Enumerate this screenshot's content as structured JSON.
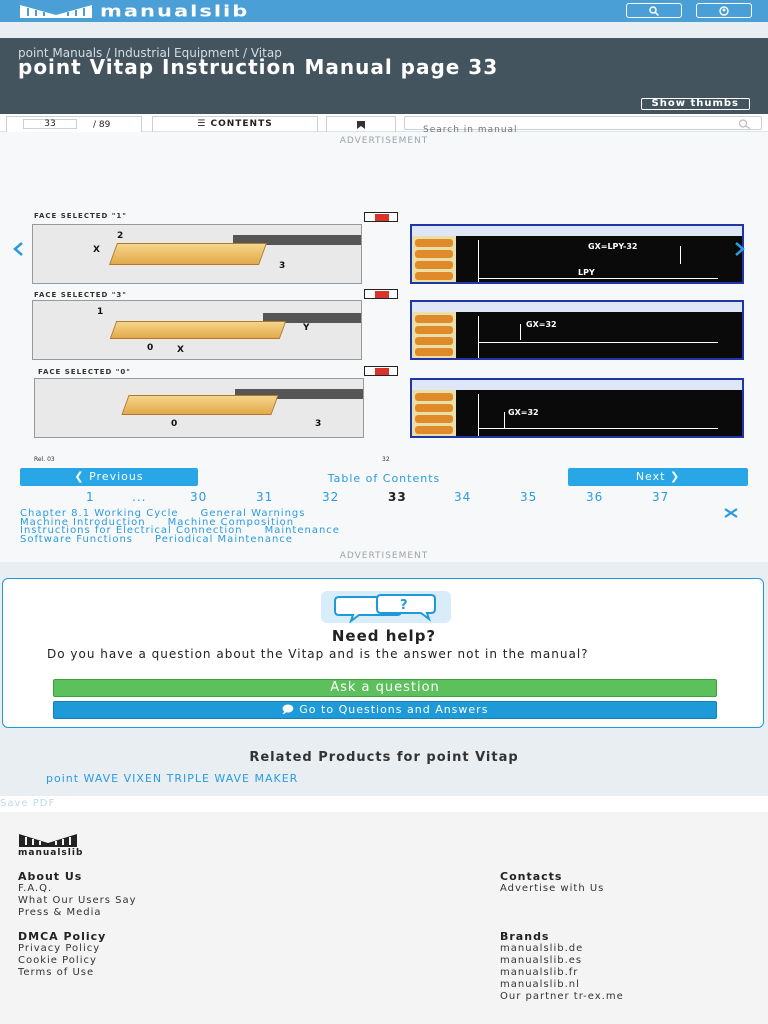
{
  "topbar": {
    "logo_text": "manualslib",
    "search_icon": "search-icon",
    "menu_icon": "user-icon"
  },
  "header": {
    "breadcrumb": [
      "point Manuals",
      "Industrial Equipment",
      "Vitap"
    ],
    "breadcrumb_sep": " / ",
    "title": "point Vitap Instruction Manual page 33",
    "show_thumbs": "Show thumbs"
  },
  "toolbar": {
    "current_page": "33",
    "total_pages": "/ 89",
    "contents_label": "CONTENTS",
    "search_placeholder": "Search in manual"
  },
  "ads": {
    "top": "ADVERTISEMENT",
    "bottom": "ADVERTISEMENT"
  },
  "manual_page": {
    "face_1": "FACE SELECTED \"1\"",
    "face_3": "FACE SELECTED \"3\"",
    "face_0": "FACE SELECTED \"0\"",
    "screen_1_label_a": "GX=LPY-32",
    "screen_1_label_b": "LPY",
    "screen_2_label": "GX=32",
    "screen_3_label": "GX=32",
    "photo_labels": [
      "1",
      "0",
      "X",
      "Y",
      "3",
      "2"
    ],
    "rev": "Rel. 03",
    "page_no": "32"
  },
  "navigation": {
    "previous": "Previous",
    "next": "Next",
    "toc": "Table of Contents",
    "pages": [
      "1",
      "...",
      "30",
      "31",
      "32",
      "33",
      "34",
      "35",
      "36",
      "37"
    ],
    "active_page": "33"
  },
  "chapters": [
    "Chapter 8.1 Working Cycle",
    "General Warnings",
    "Machine Introduction",
    "Machine Composition",
    "Instructions for Electrical Connection",
    "Maintenance",
    "Software Functions",
    "Periodical Maintenance"
  ],
  "help": {
    "title": "Need help?",
    "text": "Do you have a question about the Vitap and is the answer not in the manual?",
    "ask_button": "Ask a question",
    "goto_button": "Go to Questions and Answers"
  },
  "related": {
    "title": "Related Products for point Vitap",
    "links": [
      "point WAVE VIXEN TRIPLE WAVE MAKER"
    ]
  },
  "save_pdf": "Save PDF",
  "footer": {
    "logo_text": "manualslib",
    "about": {
      "title": "About Us",
      "links": [
        "F.A.Q.",
        "What Our Users Say",
        "Press & Media"
      ]
    },
    "contacts": {
      "title": "Contacts",
      "links": [
        "Advertise with Us"
      ]
    },
    "dmca": {
      "title": "DMCA Policy",
      "links": [
        "Privacy Policy",
        "Cookie Policy",
        "Terms of Use"
      ]
    },
    "brands": {
      "title": "Brands",
      "links": [
        "manualslib.de",
        "manualslib.es",
        "manualslib.fr",
        "manualslib.nl",
        "Our partner tr-ex.me"
      ]
    }
  },
  "colors": {
    "brand_blue": "#4a9fd6",
    "header_dark": "#44545f",
    "link_blue": "#2a9be0",
    "ask_green": "#5cc05c"
  }
}
